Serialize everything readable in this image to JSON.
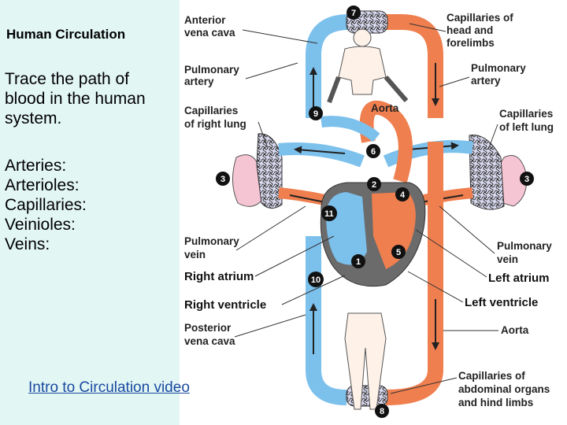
{
  "left": {
    "title": "Human Circulation",
    "instructions": "Trace the path of blood in the human system.",
    "vessel_types": [
      "Arteries:",
      "Arterioles:",
      "Capillaries:",
      "Veinioles:",
      "Veins:"
    ],
    "video_link": "Intro to Circulation video"
  },
  "diagram": {
    "labels": {
      "anterior_vena_cava": [
        "Anterior",
        "vena cava"
      ],
      "capillaries_head": [
        "Capillaries of",
        "head and",
        "forelimbs"
      ],
      "pulmonary_artery_left": [
        "Pulmonary",
        "artery"
      ],
      "pulmonary_artery_right": [
        "Pulmonary",
        "artery"
      ],
      "capillaries_right_lung": [
        "Capillaries",
        "of right lung"
      ],
      "aorta_top": "Aorta",
      "capillaries_left_lung": [
        "Capillaries",
        "of left lung"
      ],
      "pulmonary_vein_left": [
        "Pulmonary",
        "vein"
      ],
      "pulmonary_vein_right": [
        "Pulmonary",
        "vein"
      ],
      "right_atrium": "Right atrium",
      "left_atrium": "Left atrium",
      "right_ventricle": "Right ventricle",
      "left_ventricle": "Left ventricle",
      "posterior_vena_cava": [
        "Posterior",
        "vena cava"
      ],
      "aorta_bottom": "Aorta",
      "capillaries_abdominal": [
        "Capillaries of",
        "abdominal organs",
        "and hind limbs"
      ]
    },
    "step_numbers": [
      "7",
      "9",
      "6",
      "3",
      "2",
      "4",
      "3",
      "11",
      "5",
      "1",
      "10",
      "8"
    ],
    "colors": {
      "oxygen_rich": "#ef7f4f",
      "oxygen_poor": "#7cc0ec",
      "lung": "#f6c5d4",
      "heart_dark": "#6b6b6b"
    }
  }
}
